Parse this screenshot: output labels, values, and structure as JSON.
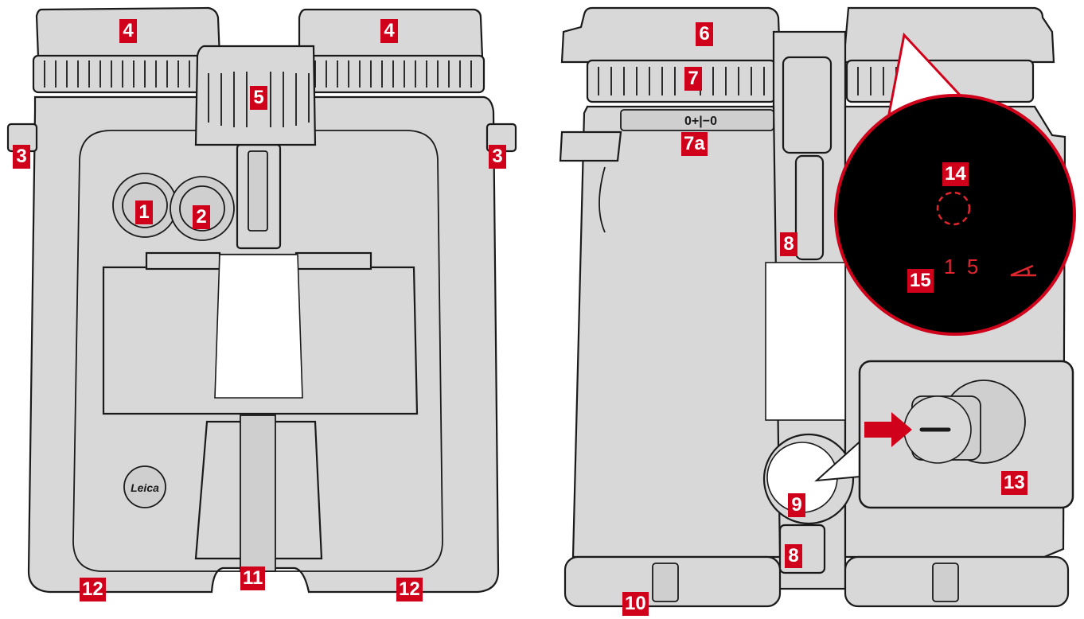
{
  "callouts": {
    "c1": "1",
    "c2": "2",
    "c3a": "3",
    "c3b": "3",
    "c4a": "4",
    "c4b": "4",
    "c5": "5",
    "c6": "6",
    "c7": "7",
    "c7a": "7a",
    "c8a": "8",
    "c8b": "8",
    "c9": "9",
    "c10": "10",
    "c11": "11",
    "c12a": "12",
    "c12b": "12",
    "c13": "13",
    "c14": "14",
    "c15": "15"
  },
  "logo_text": "Leica",
  "display_digits": "1  5",
  "diopter_scale_text": "0+|−0",
  "colors": {
    "callout_red": "#d0021b",
    "body_gray": "#d8d8d8",
    "display_black": "#000000",
    "reticle_red": "#e0252f"
  }
}
